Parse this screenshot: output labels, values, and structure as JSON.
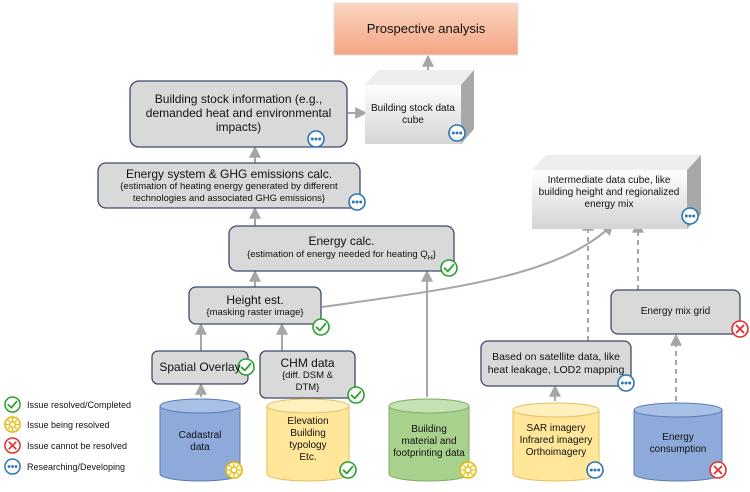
{
  "nodes": {
    "prospective": {
      "title": "Prospective analysis"
    },
    "building_stock_info": {
      "title": "Building stock information (e.g., demanded heat and environmental impacts)"
    },
    "building_stock_cube": {
      "title": "Building stock data cube"
    },
    "energy_system": {
      "title": "Energy system & GHG emissions calc.",
      "subtitle": "{estimation of heating energy generated by different technologies and associated GHG emissions}"
    },
    "intermediate_cube": {
      "title": "Intermediate data cube, like building height and regionalized energy mix"
    },
    "energy_calc": {
      "title": "Energy calc.",
      "subtitle": "{estimation of energy needed for heating Q"
    },
    "height_est": {
      "title": "Height est.",
      "subtitle": "{masking raster image}"
    },
    "energy_mix_grid": {
      "title": "Energy mix grid"
    },
    "satellite": {
      "title": "Based on satellite data, like heat leakage, LOD2 mapping"
    },
    "spatial_overlay": {
      "title": "Spatial Overlay"
    },
    "chm": {
      "title": "CHM data",
      "subtitle": "{diff. DSM & DTM}"
    },
    "cadastral": {
      "title": "Cadastral data"
    },
    "elevation": {
      "title": "Elevation Building typology Etc."
    },
    "building_material": {
      "title": "Building material and footprinting data"
    },
    "sar": {
      "title": "SAR imagery Infrared imagery Orthoimagery"
    },
    "energy_consumption": {
      "title": "Energy consumption"
    }
  },
  "subscript": "H",
  "subtitle_end": "}",
  "legend": [
    {
      "icon": "check",
      "label": "Issue resolved/Completed"
    },
    {
      "icon": "sun",
      "label": "Issue being resolved"
    },
    {
      "icon": "x",
      "label": "Issue cannot be resolved"
    },
    {
      "icon": "dots",
      "label": "Researching/Developing"
    }
  ],
  "colors": {
    "gray_box": "#d9d9d9",
    "navy_border": "#3f4a6b",
    "orange": "#f4a582",
    "blue_cyl": "#8eaadb",
    "yellow_cyl": "#ffe699",
    "green_cyl": "#a9d18e",
    "status_check": "#2ca02c",
    "status_sun": "#e6b800",
    "status_x": "#e03030",
    "status_dots": "#2e75b6"
  }
}
